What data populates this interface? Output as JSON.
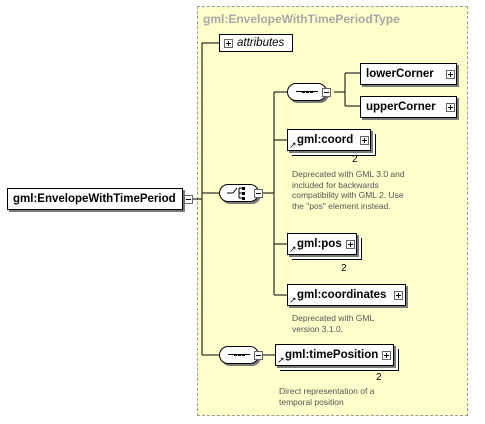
{
  "diagram": {
    "type_name": "gml:EnvelopeWithTimePeriodType",
    "root_element": "gml:EnvelopeWithTimePeriod",
    "attributes_label": "attributes",
    "elements": {
      "lower_corner": "lowerCorner",
      "upper_corner": "upperCorner",
      "coord": {
        "label": "gml:coord",
        "cardinality": "2",
        "doc": "Deprecated with GML 3.0 and included for backwards compatibility with GML 2. Use the \"pos\" element instead."
      },
      "pos": {
        "label": "gml:pos",
        "cardinality": "2"
      },
      "coordinates": {
        "label": "gml:coordinates",
        "doc": "Deprecated with GML version 3.1.0."
      },
      "time_position": {
        "label": "gml:timePosition",
        "cardinality": "2",
        "doc": "Direct representation of a temporal position"
      }
    }
  }
}
